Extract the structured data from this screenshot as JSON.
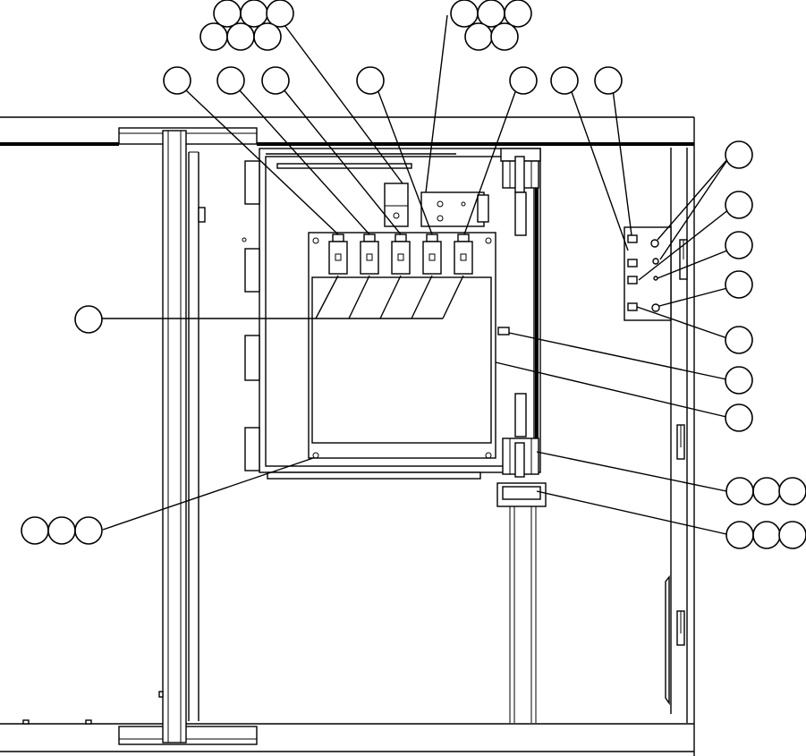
{
  "diagram": {
    "view": "equipment-cabinet-interior-line-drawing",
    "callouts": [
      {
        "id": "c-top-left-group",
        "count": 6
      },
      {
        "id": "c-top-mid-group",
        "count": 5
      },
      {
        "id": "c-row-1",
        "count": 1
      },
      {
        "id": "c-row-2",
        "count": 1
      },
      {
        "id": "c-row-3",
        "count": 1
      },
      {
        "id": "c-row-4",
        "count": 1
      },
      {
        "id": "c-row-5",
        "count": 1
      },
      {
        "id": "c-row-6",
        "count": 1
      },
      {
        "id": "c-row-7",
        "count": 1
      },
      {
        "id": "c-right-1",
        "count": 1
      },
      {
        "id": "c-right-2",
        "count": 1
      },
      {
        "id": "c-right-3",
        "count": 1
      },
      {
        "id": "c-right-4",
        "count": 1
      },
      {
        "id": "c-right-5",
        "count": 1
      },
      {
        "id": "c-right-6",
        "count": 1
      },
      {
        "id": "c-right-7",
        "count": 1
      },
      {
        "id": "c-left-mid",
        "count": 1
      },
      {
        "id": "c-left-bottom-group",
        "count": 3
      },
      {
        "id": "c-right-bottom-group-1",
        "count": 3
      },
      {
        "id": "c-right-bottom-group-2",
        "count": 3
      }
    ]
  }
}
